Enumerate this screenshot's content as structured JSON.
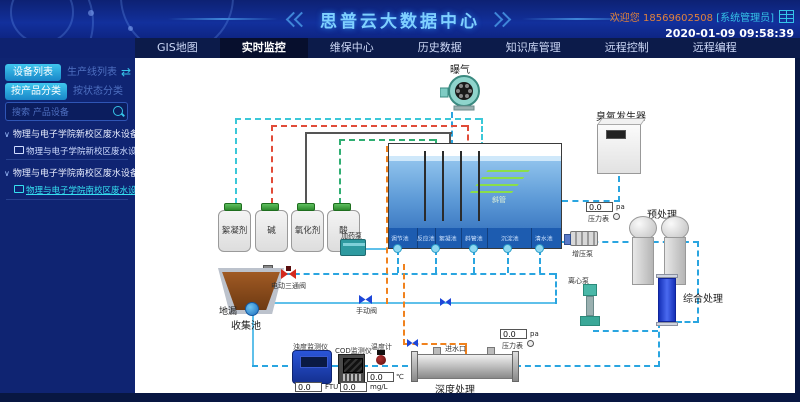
{
  "header": {
    "title": "思普云大数据中心",
    "welcome": "欢迎您",
    "phone": "18569602508",
    "role": "[系统管理员]",
    "datetime": "2020-01-09 09:58:39"
  },
  "nav": {
    "tabs": [
      {
        "label": "GIS地图"
      },
      {
        "label": "实时监控"
      },
      {
        "label": "维保中心"
      },
      {
        "label": "历史数据"
      },
      {
        "label": "知识库管理"
      },
      {
        "label": "远程控制"
      },
      {
        "label": "远程编程"
      }
    ],
    "active_label": "实时监控"
  },
  "sidebar": {
    "device_list": "设备列表",
    "line_list": "生产线列表",
    "by_product": "按产品分类",
    "by_status": "按状态分类",
    "search_placeholder": "搜索 产品设备",
    "tree": [
      {
        "parent": "物理与电子学院新校区废水设备",
        "child": "物理与电子学院新校区废水设备"
      },
      {
        "parent": "物理与电子学院南校区废水设备",
        "child": "物理与电子学院南校区废水设备"
      }
    ]
  },
  "diagram": {
    "aeration": "曝气",
    "ozone": "臭氧发生器",
    "chemicals": [
      "絮凝剂",
      "碱",
      "氧化剂",
      "酸"
    ],
    "compartments": [
      "调节池",
      "反应池",
      "絮凝池",
      "斜管池",
      "沉淀池",
      "清水池"
    ],
    "inclined_tube": "斜管",
    "collection_pool": "收集池",
    "floor_drain": "地漏",
    "three_way_valve": "电动三通阀",
    "manual_valve": "手动阀",
    "dosing_pump": "加药泵",
    "boost_pump": "增压泵",
    "centrifugal_pump": "离心泵",
    "pre_treatment": "预处理",
    "comprehensive": "综合处理",
    "deep_treatment": "深度处理",
    "inlet": "进水口",
    "pressure_gauge": "压力表",
    "turbidity_meter": "浊度监测仪",
    "cod_meter": "COD监测仪",
    "thermometer": "温度计",
    "readouts": {
      "pressure_pre": {
        "value": "0.0",
        "unit": "pa"
      },
      "pressure_deep": {
        "value": "0.0",
        "unit": "pa"
      },
      "turbidity": {
        "value": "0.0",
        "unit": "FTU"
      },
      "cod": {
        "value": "0.0",
        "unit": "mg/L"
      },
      "temperature": {
        "value": "0.0",
        "unit": "℃"
      }
    }
  },
  "colors": {
    "accent": "#29b6e8",
    "pipe_cyan": "#2aa5e0",
    "pipe_red": "#e14b38",
    "pipe_green": "#2fae72",
    "pipe_orange": "#f0821e"
  }
}
